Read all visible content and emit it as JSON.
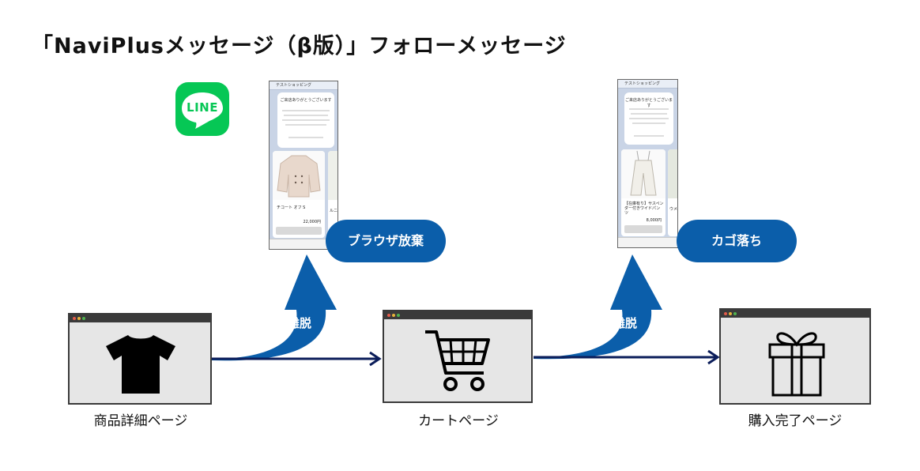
{
  "title": "「NaviPlusメッセージ（β版）」フォローメッセージ",
  "line_logo": {
    "text": "LINE",
    "color": "#06c755"
  },
  "pages": [
    {
      "label": "商品詳細ページ",
      "icon": "tshirt-icon"
    },
    {
      "label": "カートページ",
      "icon": "shopping-cart-icon"
    },
    {
      "label": "購入完了ページ",
      "icon": "gift-icon"
    }
  ],
  "exits": [
    {
      "label": "離脱"
    },
    {
      "label": "離脱"
    }
  ],
  "messages": [
    {
      "trigger": "ブラウザ放棄",
      "header": "テストショッピング",
      "greeting": "ご来店ありがとうございます",
      "product_name": "チコート オフ S",
      "price": "22,000円",
      "second_card": "ルニ"
    },
    {
      "trigger": "カゴ落ち",
      "header": "テストショッピング",
      "greeting": "ご来店ありがとうございます",
      "product_name": "【在庫有り】サスペンダー付きワイドパンツ",
      "price": "8,000円",
      "second_card": "ウメ"
    }
  ],
  "colors": {
    "accent": "#0b5eaa",
    "flow_line": "#0b1d5a",
    "browser_frame": "#3a3a3a",
    "browser_body": "#e6e6e6"
  }
}
